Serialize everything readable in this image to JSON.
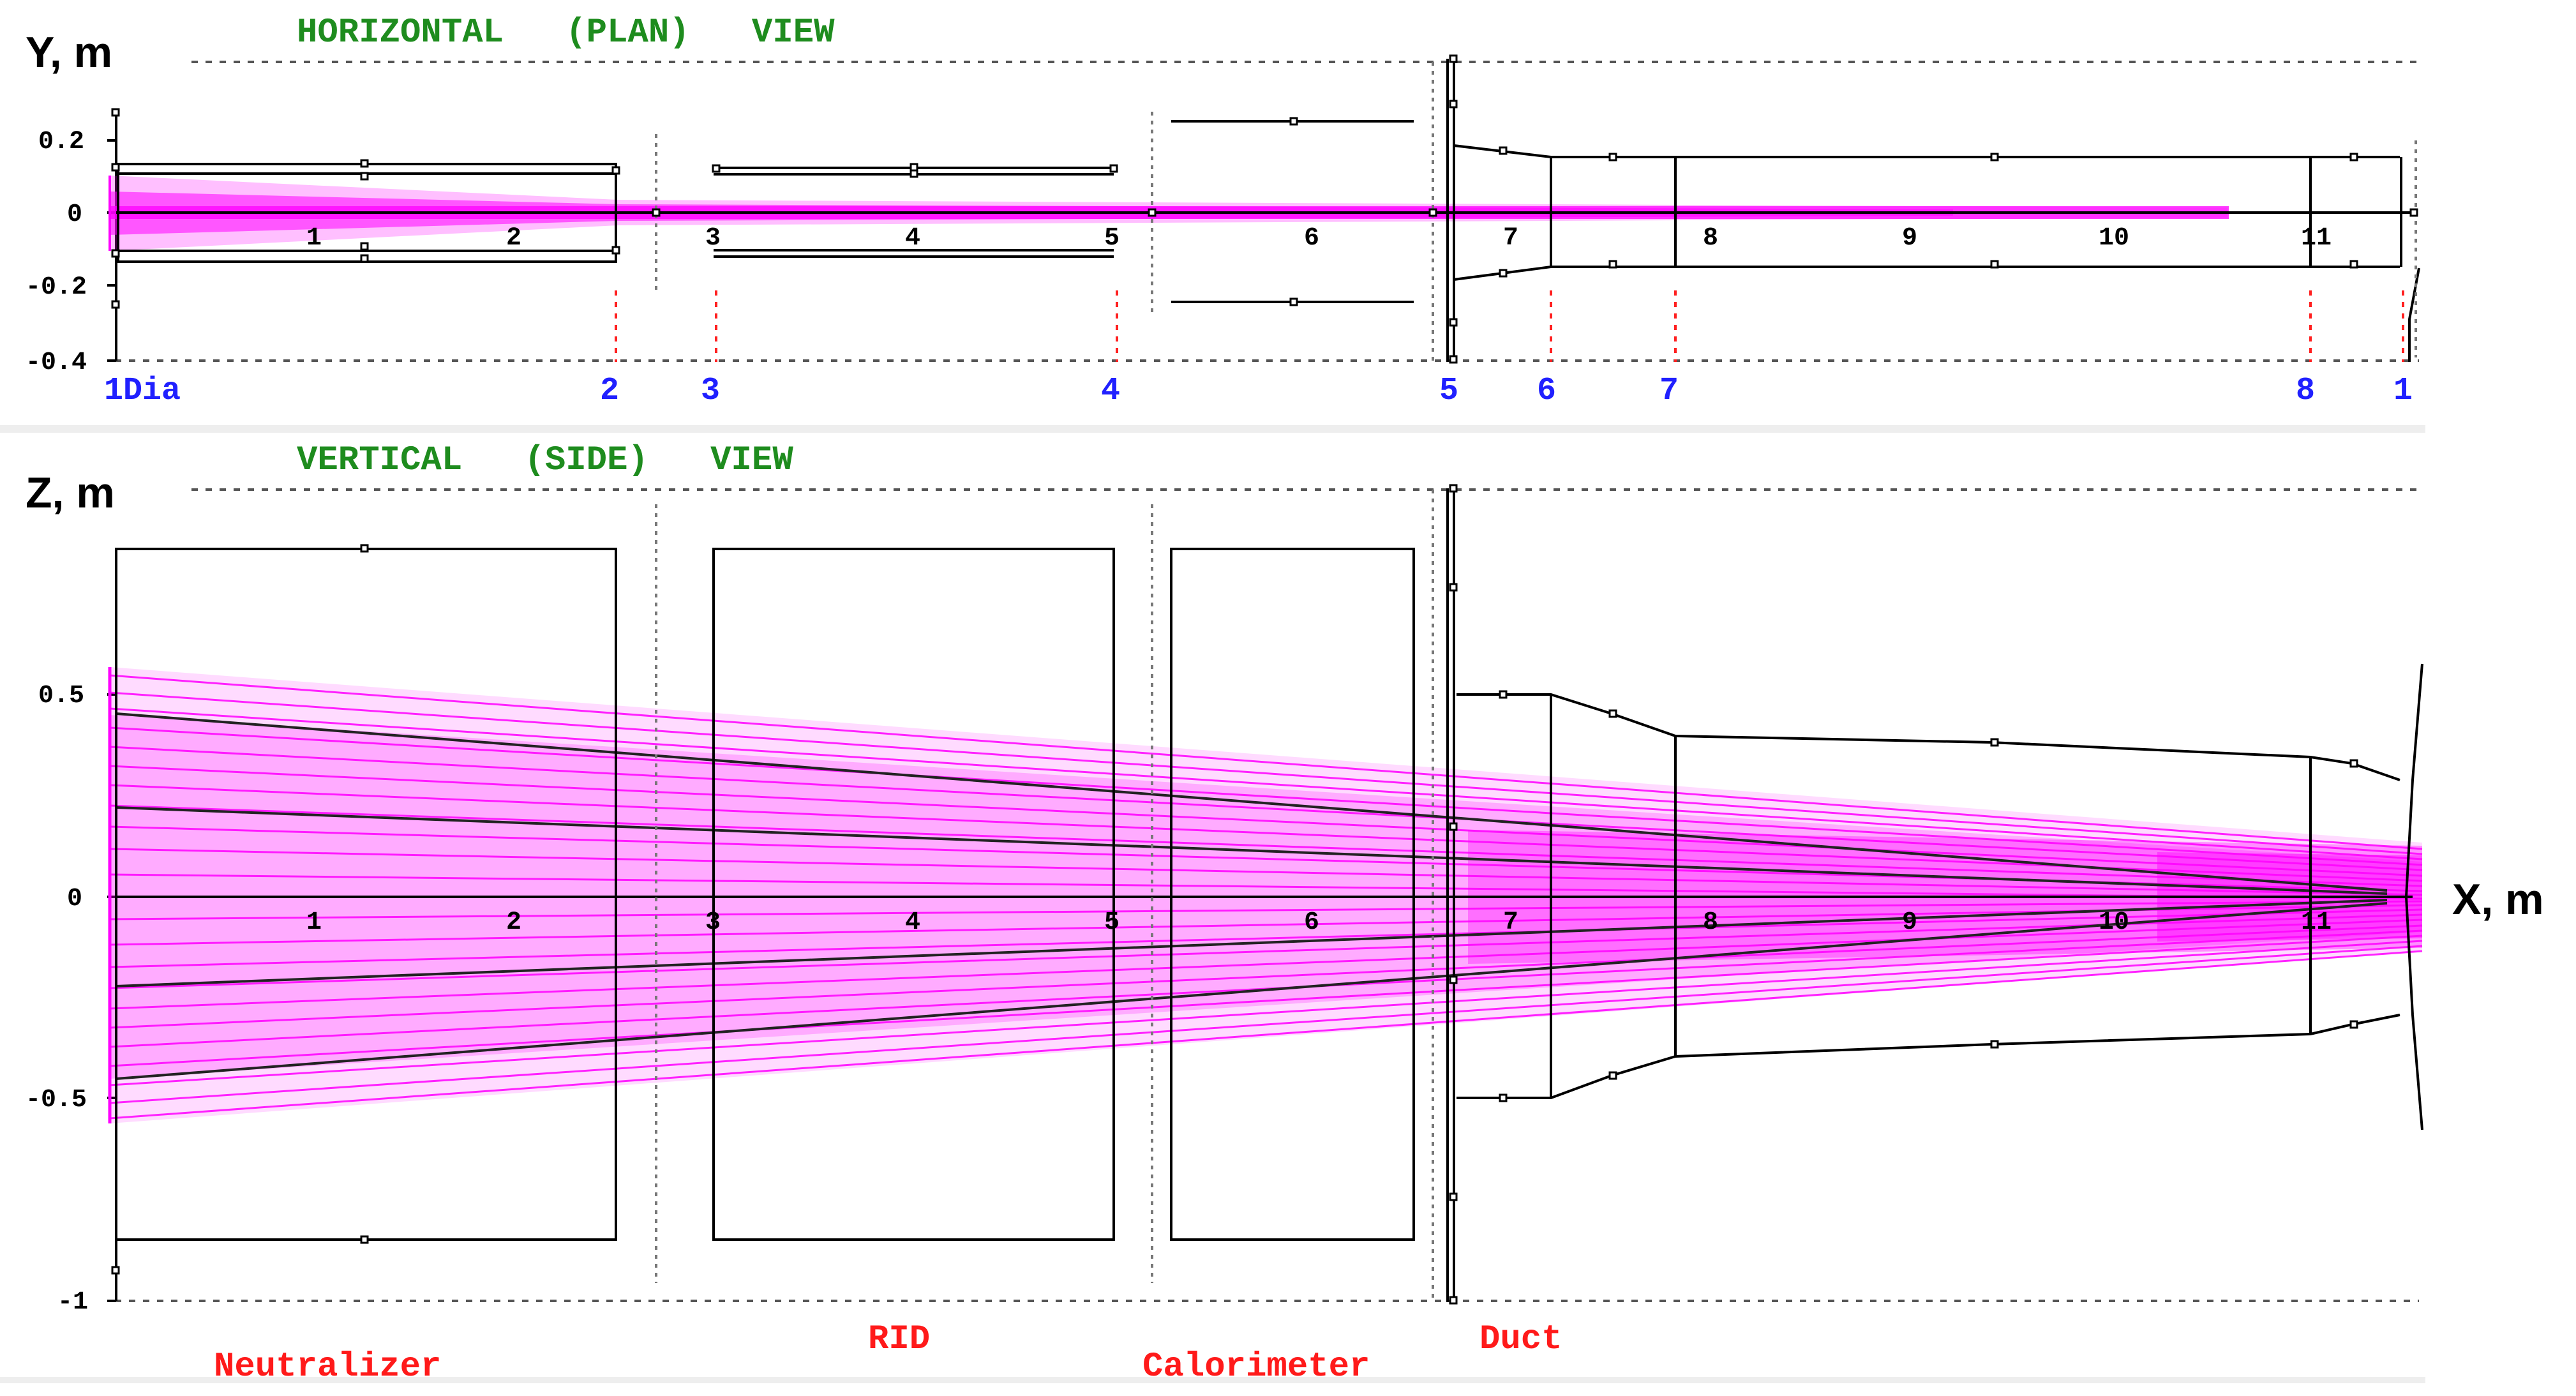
{
  "plan_view": {
    "title": "HORIZONTAL   (PLAN)   VIEW",
    "axis_label": "Y, m",
    "y_ticks": [
      "0.2",
      "0",
      "-0.2",
      "-0.4"
    ],
    "x_ticks": [
      "1",
      "2",
      "3",
      "4",
      "5",
      "6",
      "7",
      "8",
      "9",
      "10",
      "11"
    ],
    "markers": [
      "1Dia",
      "2",
      "3",
      "4",
      "5",
      "6",
      "7",
      "8",
      "1"
    ]
  },
  "side_view": {
    "title": "VERTICAL   (SIDE)   VIEW",
    "axis_label": "Z, m",
    "y_ticks": [
      "0.5",
      "0",
      "-0.5",
      "-1"
    ],
    "x_ticks": [
      "1",
      "2",
      "3",
      "4",
      "5",
      "6",
      "7",
      "8",
      "9",
      "10",
      "11"
    ],
    "x_axis_label": "X, m"
  },
  "components": [
    "Neutralizer",
    "RID",
    "Calorimeter",
    "Duct"
  ],
  "colors": {
    "beam": "#ff00ff",
    "title": "#1e8c1e",
    "component": "#ff1a1a",
    "marker": "#2020ff",
    "outline": "#000000"
  }
}
